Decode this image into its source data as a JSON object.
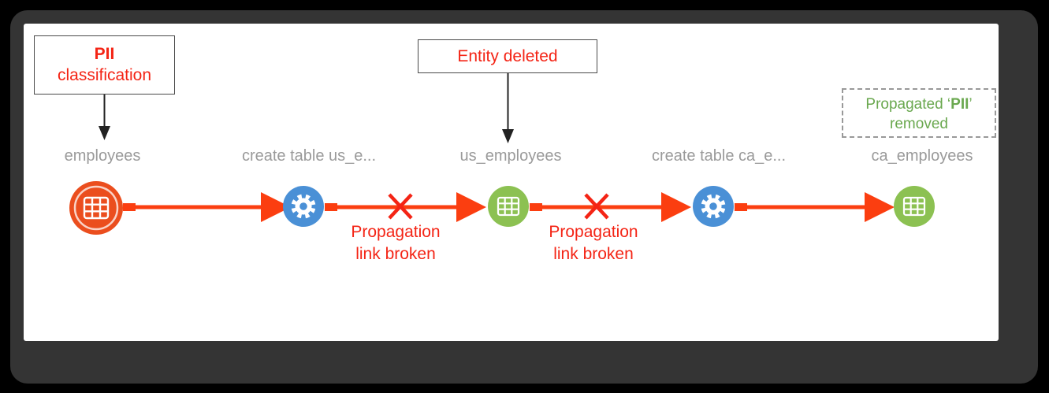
{
  "colors": {
    "edge": "#fb3e10",
    "alert_red": "#f42415",
    "node_orange": "#eb4e1e",
    "node_blue": "#4a90d6",
    "node_green": "#8cc152",
    "label_gray": "#9a9a9a",
    "green_text": "#6aa84f"
  },
  "callouts": {
    "pii_classification": {
      "line1": "PII",
      "line2": "classification"
    },
    "entity_deleted": {
      "text": "Entity deleted"
    },
    "propagated_removed": {
      "prefix": "Propagated ‘",
      "tag": "PII",
      "suffix": "’",
      "line2": "removed"
    }
  },
  "nodes": [
    {
      "label": "employees",
      "type": "table",
      "state": "selected"
    },
    {
      "label": "create table us_e...",
      "type": "process"
    },
    {
      "label": "us_employees",
      "type": "table",
      "state": "deleted"
    },
    {
      "label": "create table ca_e...",
      "type": "process"
    },
    {
      "label": "ca_employees",
      "type": "table"
    }
  ],
  "broken_link": {
    "line1": "Propagation",
    "line2": "link broken"
  }
}
